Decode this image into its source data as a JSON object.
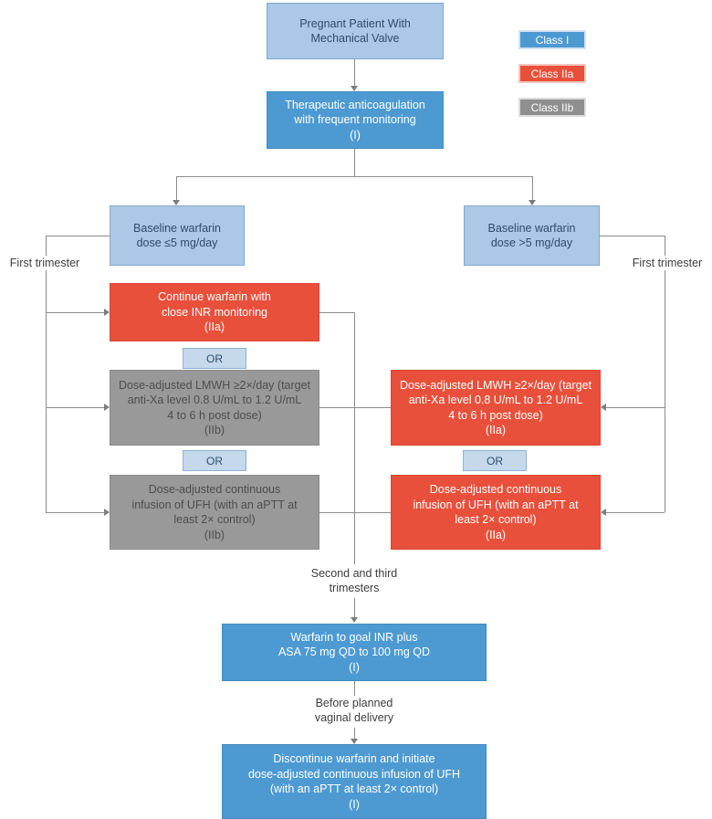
{
  "legend": {
    "items": [
      {
        "label": "Class I",
        "color": "#4d9ad2"
      },
      {
        "label": "Class IIa",
        "color": "#e8503b"
      },
      {
        "label": "Class IIb",
        "color": "#8f8f8f"
      }
    ]
  },
  "nodes": {
    "patient": {
      "text": "Pregnant Patient With\nMechanical Valve",
      "class": "I-entry"
    },
    "therapeutic": {
      "text": "Therapeutic anticoagulation\nwith frequent monitoring\n(I)",
      "class": "I"
    },
    "baseline_low": {
      "text": "Baseline warfarin\ndose ≤5 mg/day"
    },
    "baseline_high": {
      "text": "Baseline warfarin\ndose >5 mg/day"
    },
    "continue_warfarin": {
      "text": "Continue warfarin with\nclose INR monitoring\n(IIa)",
      "class": "IIa"
    },
    "lmwh_left": {
      "text": "Dose-adjusted LMWH ≥2×/day (target\nanti-Xa level 0.8 U/mL to 1.2 U/mL\n4 to 6 h post dose)\n(IIb)",
      "class": "IIb"
    },
    "lmwh_right": {
      "text": "Dose-adjusted LMWH ≥2×/day (target\nanti-Xa level 0.8 U/mL to 1.2 U/mL\n4 to 6 h post dose)\n(IIa)",
      "class": "IIa"
    },
    "ufh_left": {
      "text": "Dose-adjusted continuous\ninfusion of UFH (with an aPTT at\nleast 2× control)\n(IIb)",
      "class": "IIb"
    },
    "ufh_right": {
      "text": "Dose-adjusted continuous\ninfusion of UFH (with an aPTT at\nleast 2× control)\n(IIa)",
      "class": "IIa"
    },
    "warfarin_asa": {
      "text": "Warfarin to goal INR plus\nASA 75 mg QD to 100 mg QD\n(I)",
      "class": "I"
    },
    "discontinue": {
      "text": "Discontinue warfarin and initiate\ndose-adjusted continuous infusion of UFH\n(with an aPTT at least 2× control)\n(I)",
      "class": "I"
    }
  },
  "labels": {
    "first_trimester_left": "First trimester",
    "first_trimester_right": "First trimester",
    "second_third": "Second and third\ntrimesters",
    "before_delivery": "Before planned\nvaginal delivery",
    "or": "OR"
  },
  "colors": {
    "class_i_blue": "#4d9ad2",
    "class_iia_red": "#e8503b",
    "class_iib_gray": "#8f8f8f",
    "light_blue_fill": "#abc8e6",
    "light_blue_border": "#7fa9d0",
    "gray_box_text": "#4d4d4d",
    "connector_gray": "#8a8a8a"
  }
}
